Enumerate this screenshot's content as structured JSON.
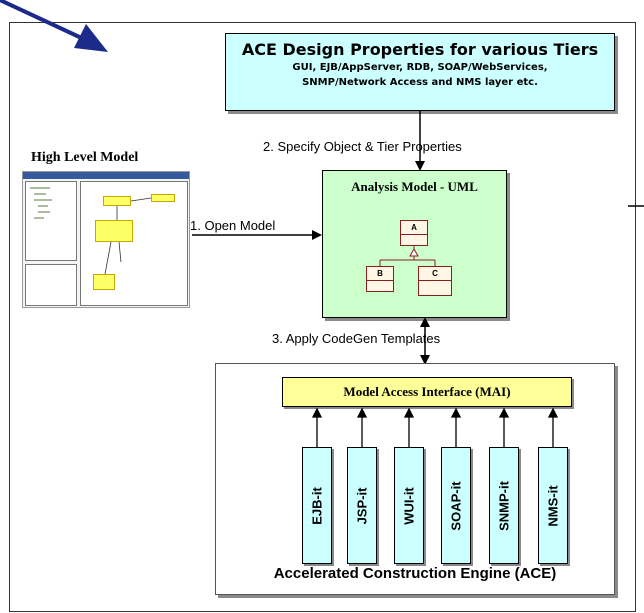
{
  "ace_properties": {
    "title": "ACE Design Properties for various Tiers",
    "line1": "GUI, EJB/AppServer, RDB, SOAP/WebServices,",
    "line2": "SNMP/Network Access and NMS layer etc."
  },
  "steps": {
    "step1": "1. Open Model",
    "step2": "2. Specify Object & Tier Properties",
    "step3": "3. Apply CodeGen Templates"
  },
  "high_level_model": {
    "title": "High Level Model"
  },
  "analysis_model": {
    "title": "Analysis Model - UML",
    "classes": [
      "A",
      "B",
      "C"
    ]
  },
  "engine": {
    "title": "Accelerated Construction Engine (ACE)",
    "mai_label": "Model Access Interface (MAI)",
    "modules": [
      "EJB-it",
      "JSP-it",
      "WUI-it",
      "SOAP-it",
      "SNMP-it",
      "NMS-it"
    ]
  },
  "colors": {
    "ace_box_fill": "#ccffff",
    "analysis_box_fill": "#ccffcc",
    "mai_box_fill": "#ffff99",
    "module_fill": "#ccffff",
    "arrow_navy": "#1c2a8c"
  }
}
